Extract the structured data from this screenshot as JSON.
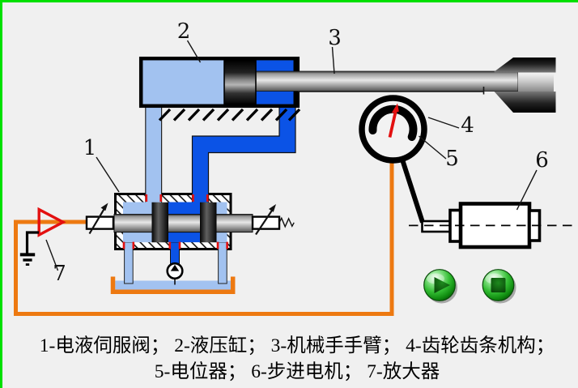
{
  "colors": {
    "background": "#F0F0F0",
    "border_green": "#00E000",
    "light_blue": "#A2C2F0",
    "dark_blue": "#0B53E6",
    "orange": "#ED7911",
    "red": "#E31010",
    "button_green": "#2FA52F"
  },
  "callouts": {
    "servo_valve": "1",
    "hydraulic_cylinder": "2",
    "manipulator_arm": "3",
    "rack_pinion": "4",
    "potentiometer": "5",
    "stepper_motor": "6",
    "amplifier": "7"
  },
  "caption": {
    "line1": "1-电液伺服阀； 2-液压缸； 3-机械手手臂； 4-齿轮齿条机构；",
    "line2": "5-电位器； 6-步进电机； 7-放大器"
  }
}
